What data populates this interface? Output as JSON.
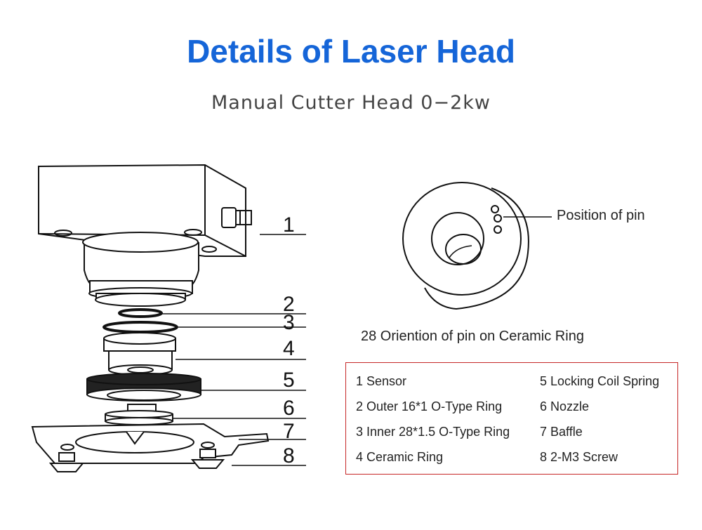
{
  "header": {
    "title": "Details of Laser Head",
    "subtitle": "Manual Cutter Head 0−2kw"
  },
  "diagram": {
    "part_numbers": [
      "1",
      "2",
      "3",
      "4",
      "5",
      "6",
      "7",
      "8"
    ]
  },
  "ceramic_ring": {
    "pin_label": "Position of pin",
    "caption": "28 Oriention of pin on Ceramic Ring"
  },
  "legend": {
    "border_color": "#c62828",
    "left_column": [
      "1 Sensor",
      "2 Outer 16*1 O-Type Ring",
      "3 Inner 28*1.5 O-Type Ring",
      "4 Ceramic Ring"
    ],
    "right_column": [
      "5 Locking Coil Spring",
      "6 Nozzle",
      "7 Baffle",
      "8 2-M3 Screw"
    ]
  }
}
